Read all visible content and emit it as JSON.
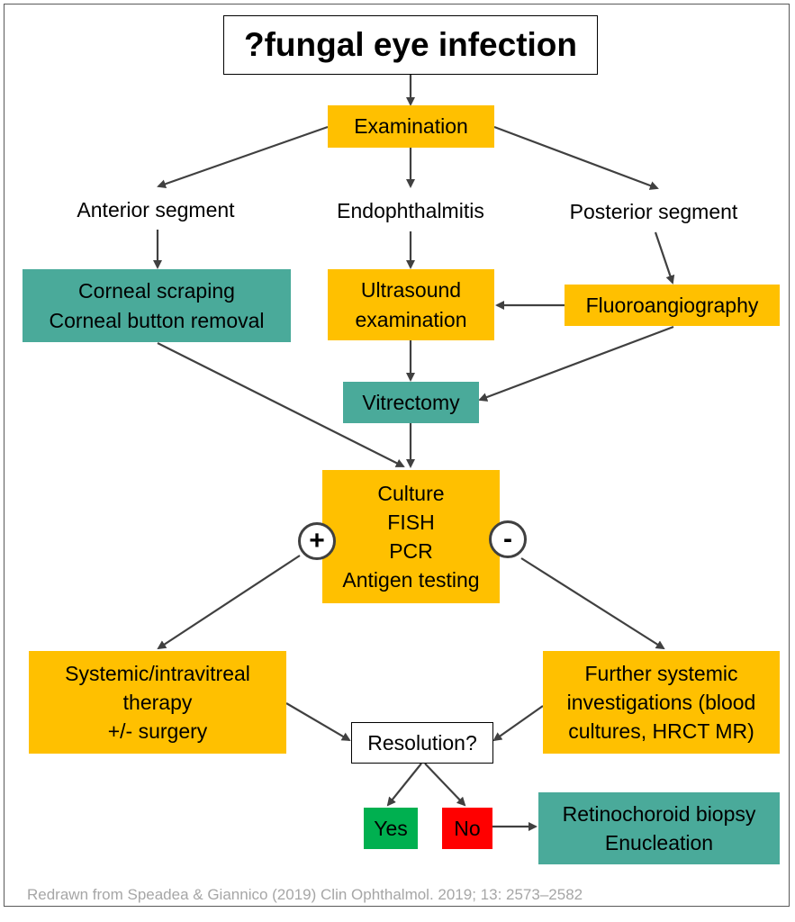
{
  "nodes": {
    "title": "?fungal eye infection",
    "examination": "Examination",
    "anterior_segment": "Anterior segment",
    "endophthalmitis": "Endophthalmitis",
    "posterior_segment": "Posterior segment",
    "corneal": "Corneal scraping\nCorneal button removal",
    "ultrasound": "Ultrasound\nexamination",
    "fluoroangiography": "Fluoroangiography",
    "vitrectomy": "Vitrectomy",
    "tests": "Culture\nFISH\nPCR\nAntigen testing",
    "positive": "+",
    "negative": "-",
    "therapy": "Systemic/intravitreal\ntherapy\n+/- surgery",
    "further": "Further systemic\ninvestigations (blood\ncultures, HRCT MR)",
    "resolution": "Resolution?",
    "yes": "Yes",
    "no": "No",
    "biopsy": "Retinochoroid biopsy\nEnucleation"
  },
  "credit": "Redrawn from Speadea & Giannico (2019) Clin Ophthalmol. 2019; 13: 2573–2582",
  "colors": {
    "action_box": "#ffc000",
    "procedure_box": "#4aaa9a",
    "yes_box": "#00b050",
    "no_box": "#ff0000",
    "arrow": "#404040"
  }
}
